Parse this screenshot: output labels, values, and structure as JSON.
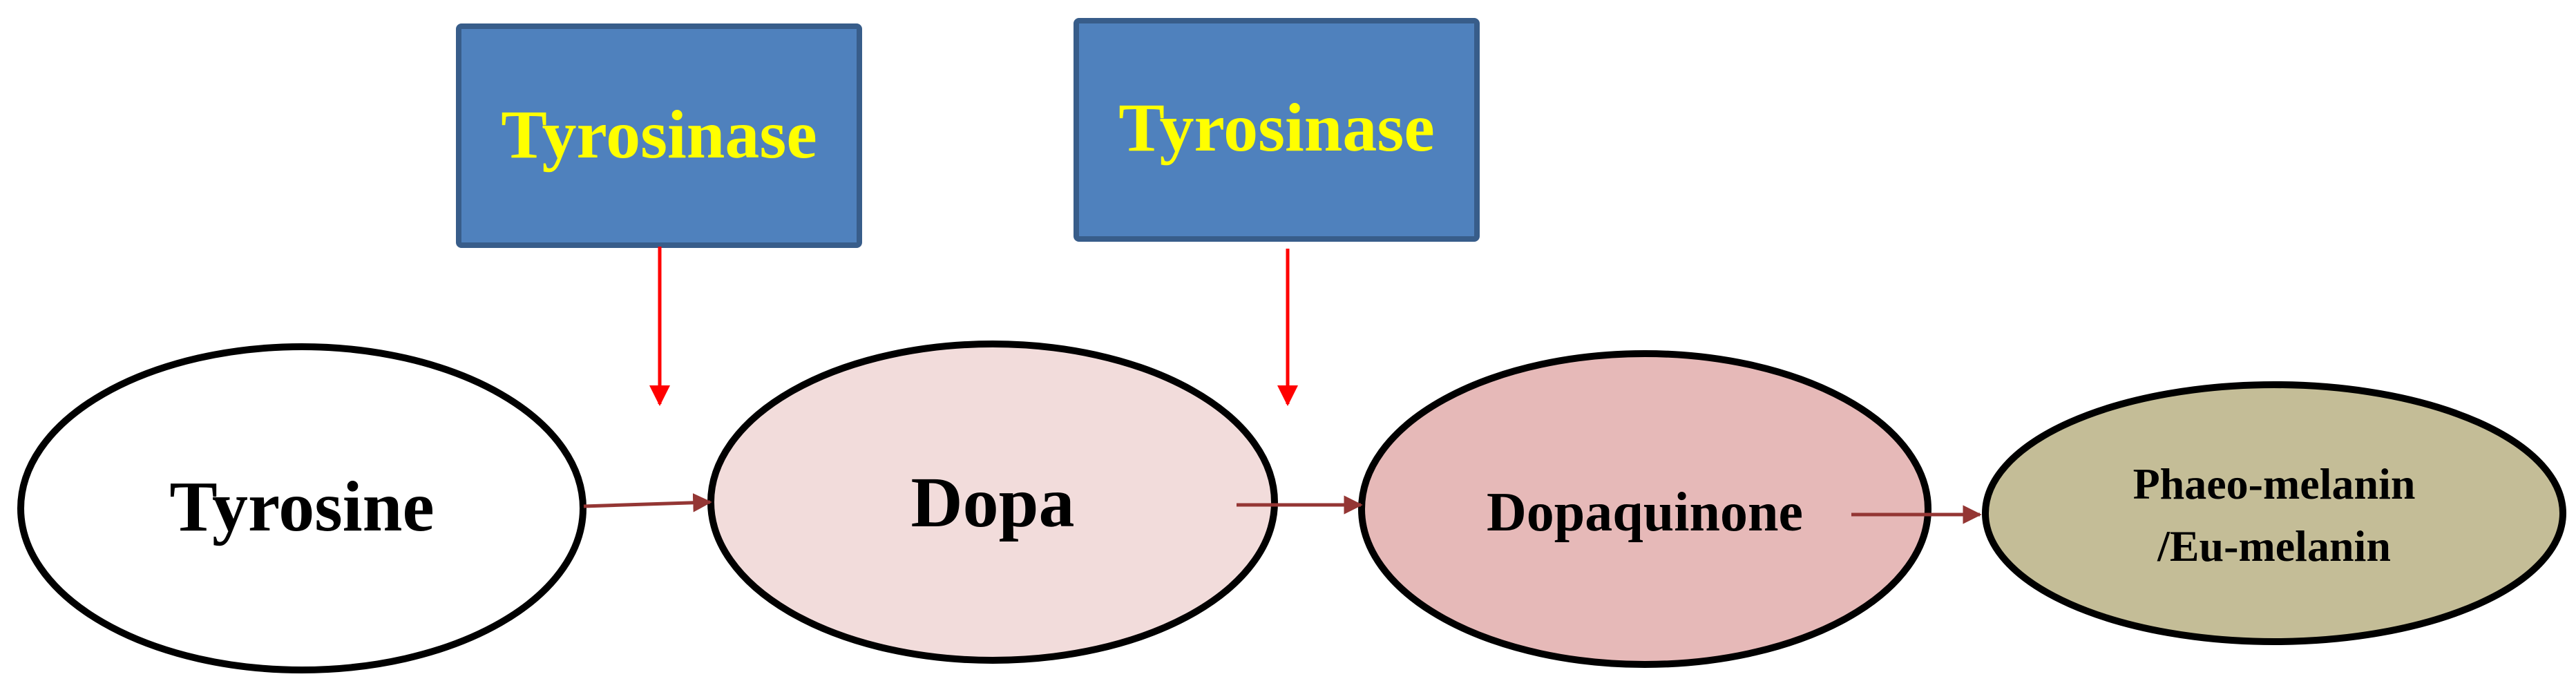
{
  "colors": {
    "enzyme_fill": "#4F81BD",
    "enzyme_stroke": "#385D8A",
    "enzyme_text": "#FFFF00",
    "node_stroke": "#000000",
    "node_text": "#000000",
    "flow_arrow": "#943634",
    "enzyme_arrow": "#FF0000"
  },
  "enzymes": [
    {
      "label": "Tyrosinase"
    },
    {
      "label": "Tyrosinase"
    }
  ],
  "nodes": [
    {
      "label": "Tyrosine",
      "fill": "#FFFFFF"
    },
    {
      "label": "Dopa",
      "fill": "#F2DCDB"
    },
    {
      "label": "Dopaquinone",
      "fill": "#E6B9B8"
    },
    {
      "label_line1": "Phaeo-melanin",
      "label_line2": "/Eu-melanin",
      "fill": "#C4BD97"
    }
  ]
}
